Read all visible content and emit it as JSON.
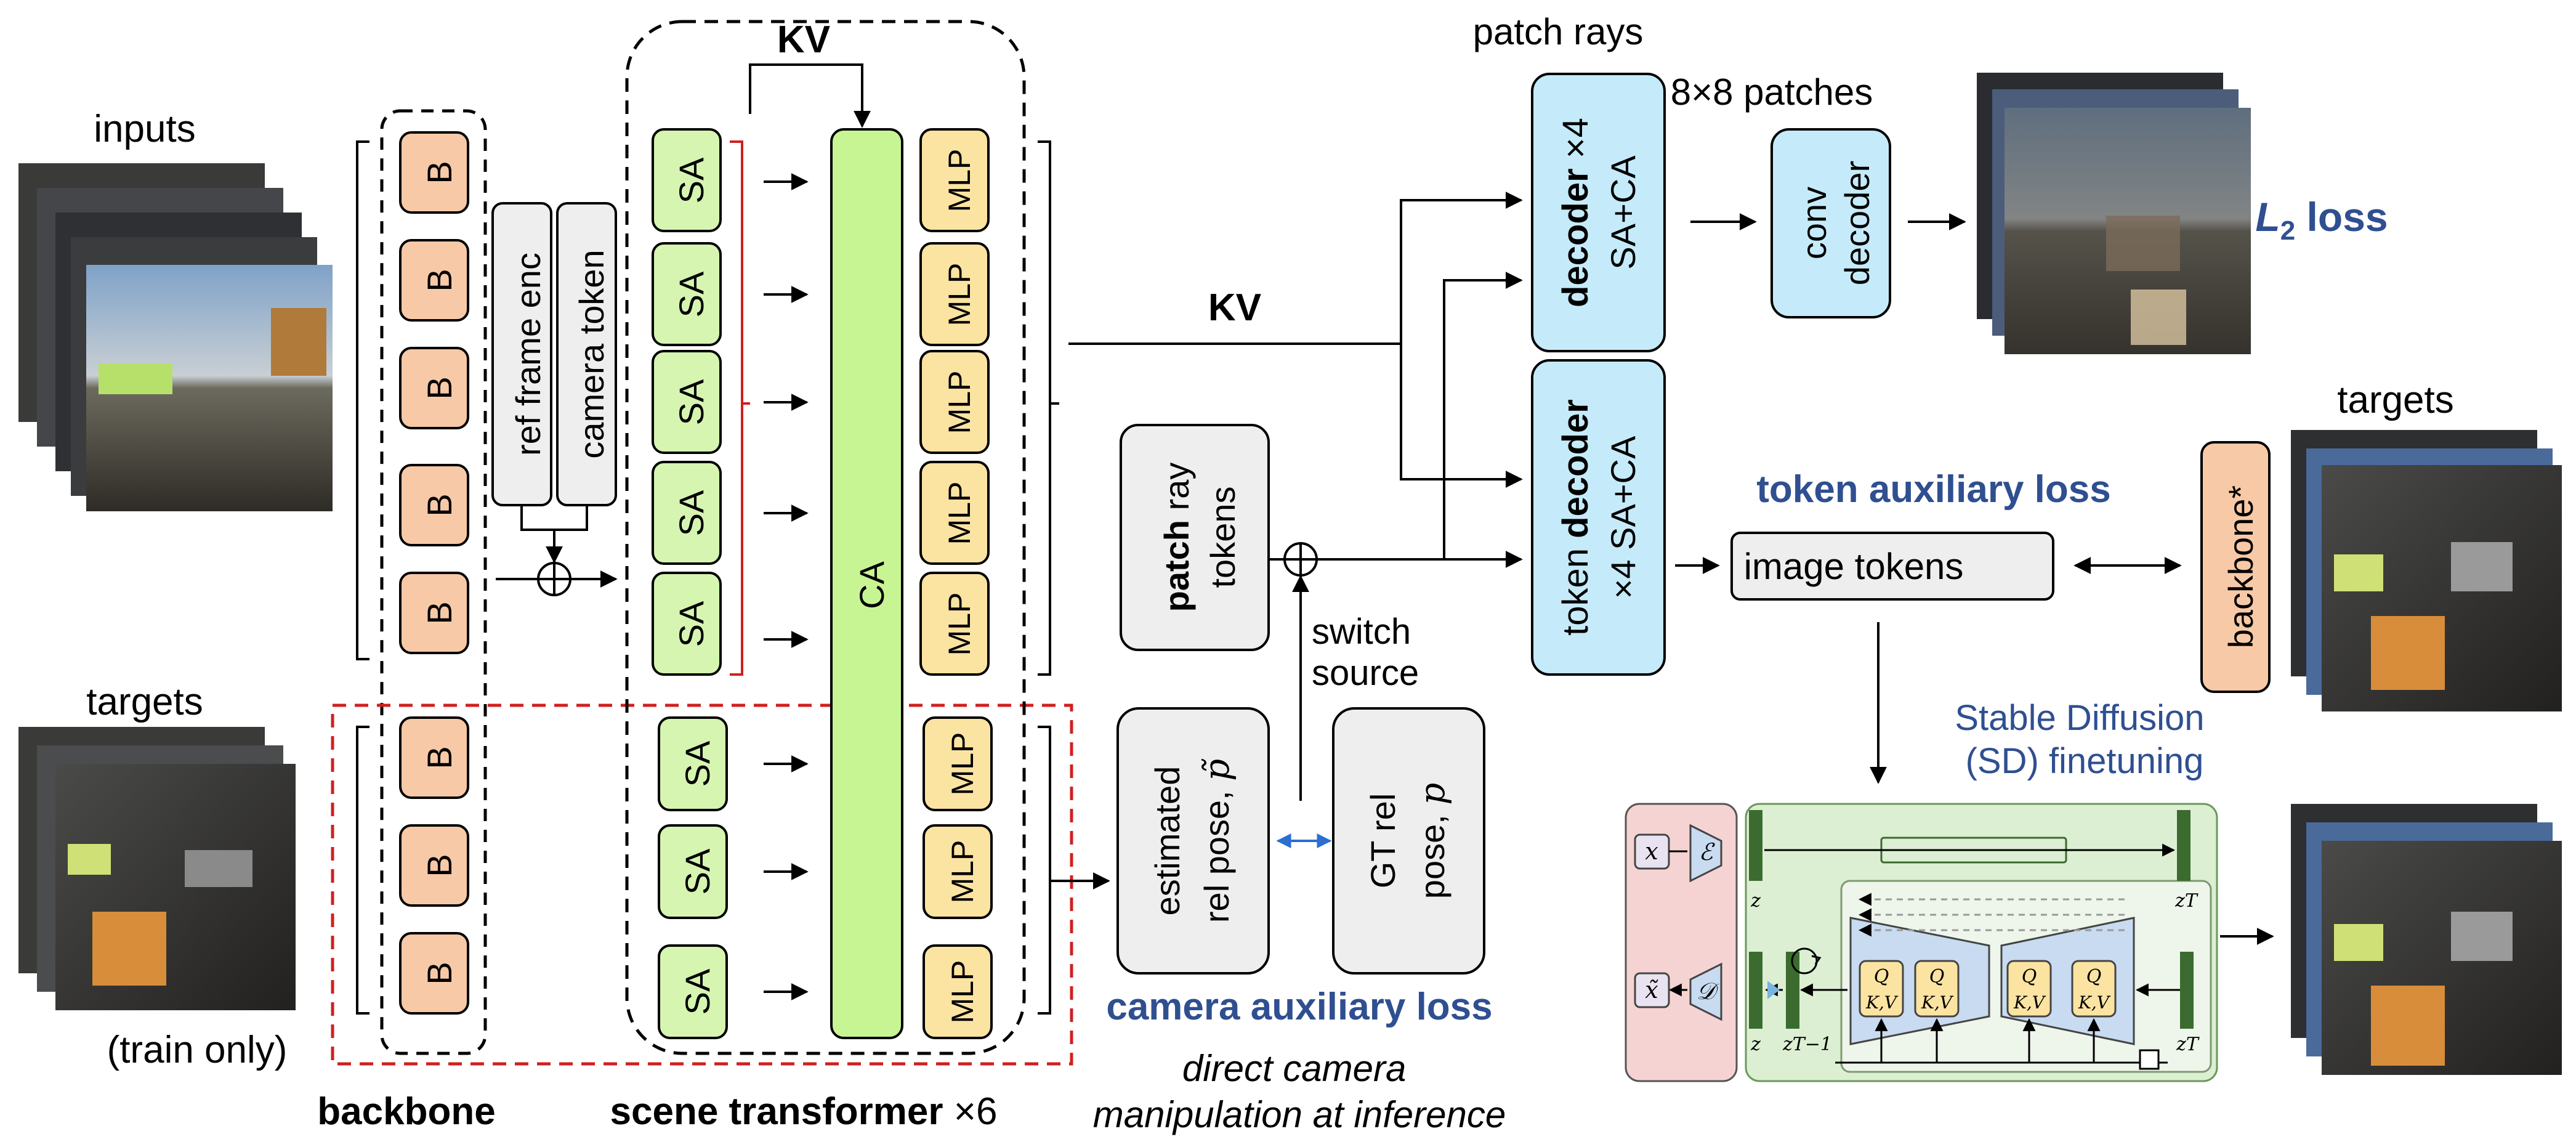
{
  "labels": {
    "inputs": "inputs",
    "targets_left": "targets",
    "train_only": "(train only)",
    "backbone": "backbone",
    "block": "B",
    "ref_frame_enc": "ref frame enc",
    "camera_token": "camera token",
    "kv_top": "KV",
    "sa": "SA",
    "ca": "CA",
    "mlp": "MLP",
    "scene_transformer": "scene transformer",
    "scene_transformer_mult": " ×6",
    "kv_mid": "KV",
    "patch_rays": "patch rays",
    "decoder_bold": "decoder",
    "decoder_mult": " ×4",
    "decoder_sub": "SA+CA",
    "token_decoder_pre": "token ",
    "token_decoder_bold": "decoder",
    "token_decoder_sub": "×4 SA+CA",
    "patches_8x8": "8×8 patches",
    "conv_decoder_1": "conv",
    "conv_decoder_2": "decoder",
    "l2_loss_L": "L",
    "l2_loss_sub": "2",
    "l2_loss_text": " loss",
    "patch_bold": "patch",
    "patch_rest": " ray",
    "tokens": "tokens",
    "switch_1": "switch",
    "switch_2": "source",
    "estimated_1": "estimated",
    "estimated_2": "rel pose, ",
    "estimated_sym": "p̃",
    "gt_1": "GT rel",
    "gt_2": "pose, ",
    "gt_sym": "p",
    "camera_aux_loss": "camera auxiliary loss",
    "direct_1": "direct camera",
    "direct_2": "manipulation at inference",
    "token_aux_loss": "token auxiliary loss",
    "image_tokens": "image tokens",
    "targets_right": "targets",
    "backbone_star": "backbone*",
    "sd_1": "Stable Diffusion",
    "sd_2": "(SD) finetuning",
    "sd_x": "x",
    "sd_xhat": "x̃",
    "sd_E": "ℰ",
    "sd_D": "𝒟",
    "sd_z": "z",
    "sd_zT": "zT",
    "sd_zT1": "zT−1",
    "sd_Q": "Q",
    "sd_KV": "K,V"
  },
  "colors": {
    "block_orange": "#f8c9a6",
    "sa_green": "#d5f5b0",
    "ca_green": "#c8f593",
    "mlp_yellow": "#fbe3a1",
    "decoder_blue": "#c5ebfa",
    "gray_box": "#eeeeee",
    "blue_text": "#2f4f91",
    "red_dash": "#d02020",
    "sd_green_bg": "#dcefd2",
    "sd_red_bg": "#f6d3d3",
    "sd_dark_green": "#3b6b2f"
  }
}
